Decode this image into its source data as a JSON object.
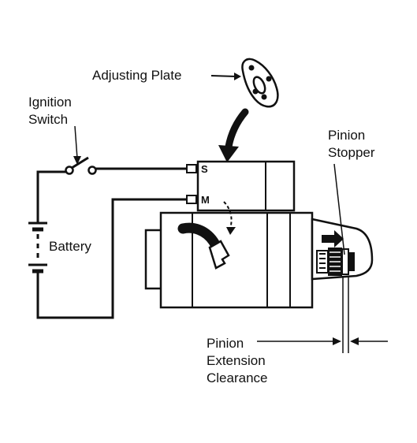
{
  "labels": {
    "adjusting_plate": "Adjusting Plate",
    "ignition_switch": [
      "Ignition",
      "Switch"
    ],
    "battery": "Battery",
    "pinion_stopper": [
      "Pinion",
      "Stopper"
    ],
    "pinion_extension_clearance": [
      "Pinion",
      "Extension",
      "Clearance"
    ]
  },
  "terminals": {
    "s": "S",
    "m": "M"
  },
  "colors": {
    "ink": "#111111",
    "background": "#ffffff"
  }
}
